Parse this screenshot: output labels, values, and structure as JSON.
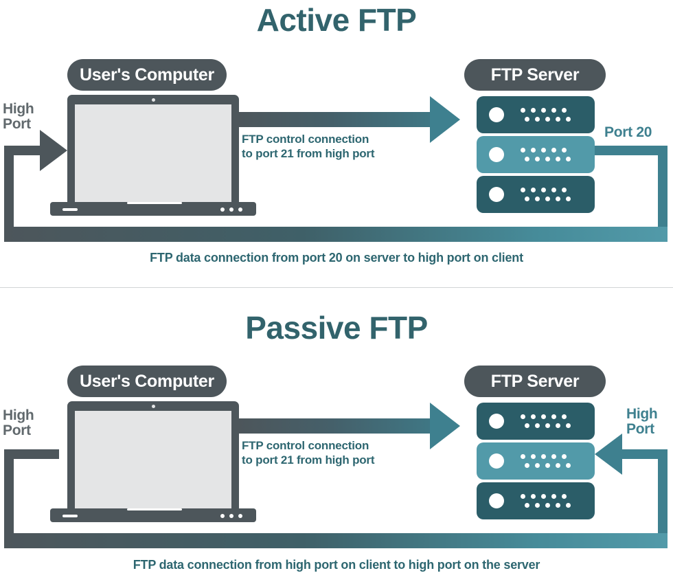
{
  "diagram": {
    "sections": [
      {
        "id": "active",
        "title": "Active FTP",
        "client_label": "User's Computer",
        "server_label": "FTP Server",
        "left_port_label": "High\nPort",
        "left_port_line1": "High",
        "left_port_line2": "Port",
        "right_port_label": "Port 20",
        "control_caption_line1": "FTP control connection",
        "control_caption_line2": "to port 21 from high port",
        "data_caption": "FTP data connection from port 20 on server to high port on client"
      },
      {
        "id": "passive",
        "title": "Passive FTP",
        "client_label": "User's Computer",
        "server_label": "FTP Server",
        "left_port_line1": "High",
        "left_port_line2": "Port",
        "right_port_line1": "High",
        "right_port_line2": "Port",
        "control_caption_line1": "FTP control connection",
        "control_caption_line2": "to port 21 from high port",
        "data_caption": "FTP data connection from high port on client to high port on the server"
      }
    ],
    "colors": {
      "title_teal": "#32636c",
      "caption_teal": "#2d6670",
      "pill_gray": "#4d565b",
      "server_dark": "#2b5d68",
      "server_light": "#529aa9",
      "arrow_teal": "#3e808f",
      "laptop_body": "#4d565b",
      "laptop_screen": "#e4e5e6",
      "port_gray": "#61696d",
      "divider": "#d2d4d6",
      "background": "#ffffff"
    },
    "server_units": [
      {
        "shade": "dark"
      },
      {
        "shade": "light"
      },
      {
        "shade": "dark"
      }
    ],
    "server_dot_rows": [
      5,
      5
    ]
  }
}
